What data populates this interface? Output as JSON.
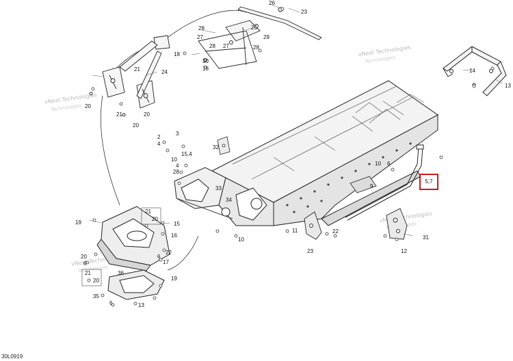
{
  "diagram": {
    "drawing_code": "30L0919",
    "highlight": {
      "label": "5,7",
      "color": "#d11818"
    },
    "watermark_main": "vNext Technologies",
    "watermark_sub": "Technologies",
    "callouts": {
      "c26": "26",
      "c23a": "23",
      "c28a": "28",
      "c25": "25",
      "c27a": "27",
      "c29": "29",
      "c28b": "28",
      "c27b": "27",
      "c28c": "28",
      "c18a": "18",
      "c30": "30",
      "c18b": "18",
      "c21a": "21",
      "c24": "24",
      "c20a": "20",
      "c20b": "20",
      "c21b": "21",
      "c20c": "20",
      "c14": "14",
      "c13": "13",
      "c32": "32",
      "c3": "3",
      "c2": "2",
      "c4a": "4",
      "c154": "15,4",
      "c10a": "10",
      "c4b": "4",
      "c28d": "28",
      "c33": "33",
      "c34": "34",
      "c10b": "10",
      "c6a": "6",
      "c9": "9",
      "c19a": "19",
      "c21c": "21",
      "c20d": "20",
      "c15": "15",
      "c16": "16",
      "c22": "22",
      "c6b": "6",
      "c17": "17",
      "c20e": "20",
      "c6c": "6",
      "c31": "31",
      "c10c": "10",
      "c23b": "23",
      "c12": "12",
      "c11": "11",
      "c22b": "22",
      "c21d": "21",
      "c20f": "20",
      "c36": "36",
      "c19b": "19",
      "c35": "35",
      "c6d": "6",
      "c13b": "13"
    }
  }
}
